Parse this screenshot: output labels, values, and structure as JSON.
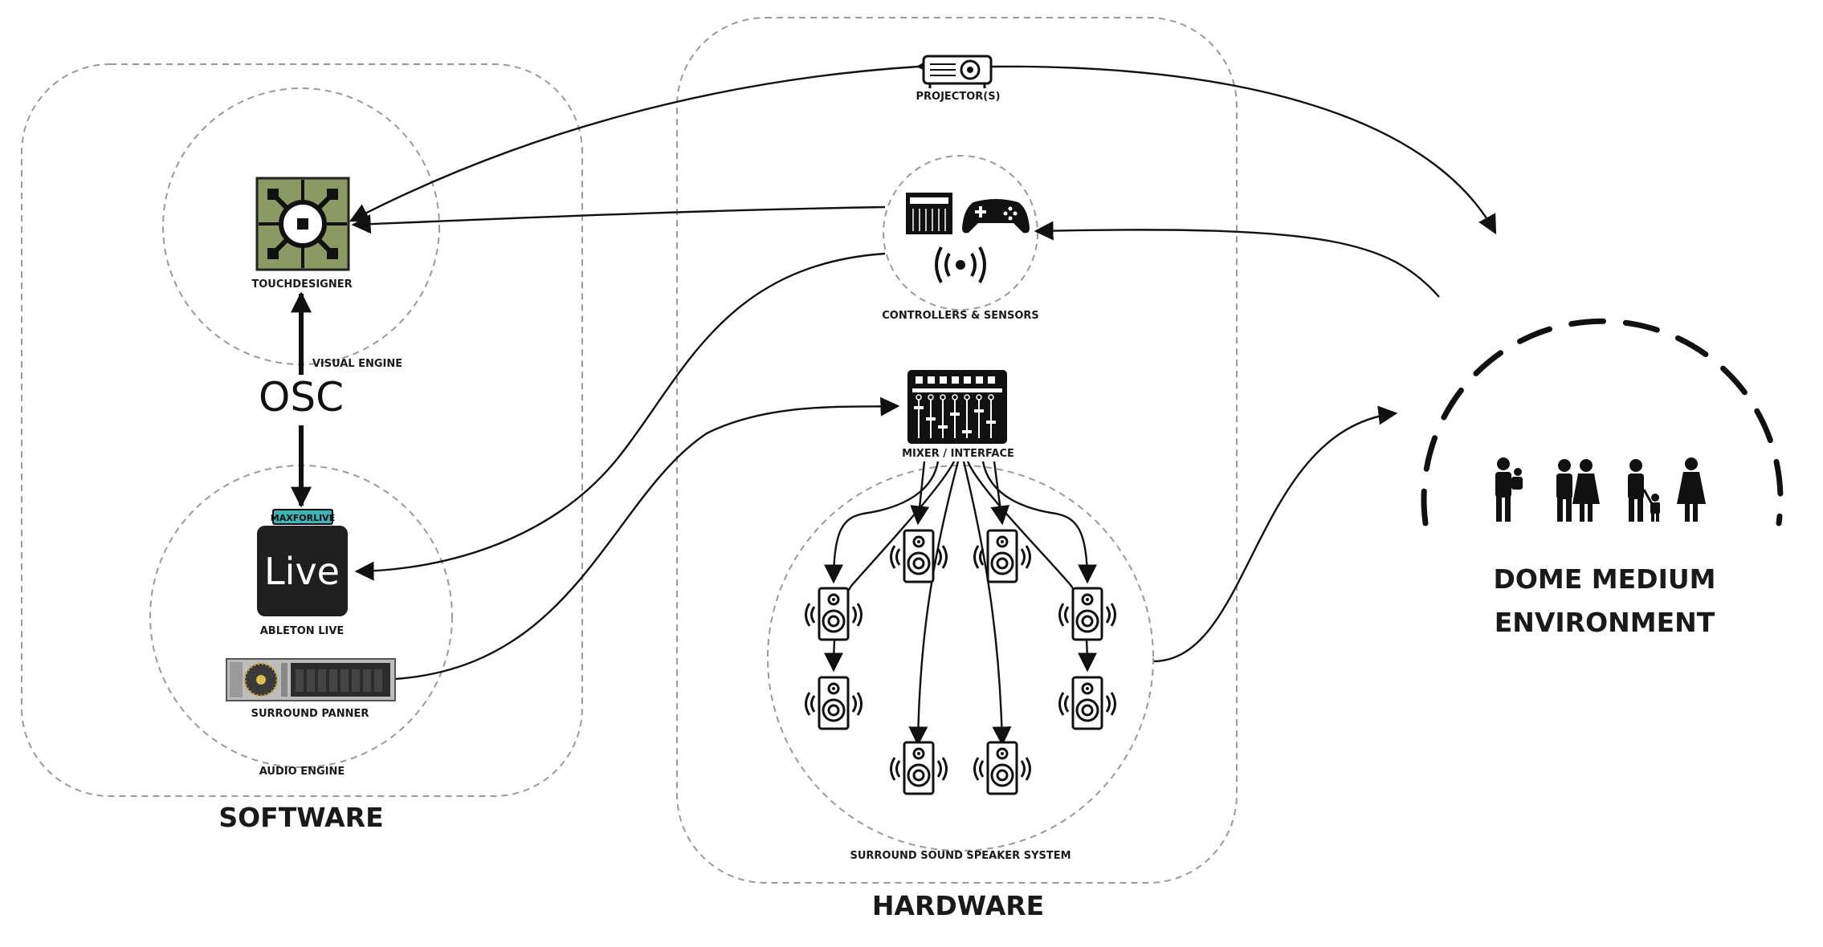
{
  "groups": {
    "software": "SOFTWARE",
    "hardware": "HARDWARE",
    "visual_engine": "VISUAL ENGINE",
    "audio_engine": "AUDIO ENGINE",
    "speaker_system": "SURROUND SOUND SPEAKER SYSTEM"
  },
  "nodes": {
    "touchdesigner": "TOUCHDESIGNER",
    "ableton_live": "ABLETON LIVE",
    "live_logo": "Live",
    "max_for_live": "MAXFORLIVE",
    "surround_panner": "SURROUND PANNER",
    "projector": "PROJECTOR(S)",
    "controllers": "CONTROLLERS & SENSORS",
    "mixer": "MIXER / INTERFACE"
  },
  "protocol": "OSC",
  "environment": {
    "line1": "DOME MEDIUM",
    "line2": "ENVIRONMENT"
  },
  "colors": {
    "touchdesigner_green": "#8a9a62",
    "live_dark": "#1f1f1f",
    "max_teal": "#3fb3b5"
  },
  "icons": [
    "touchdesigner-icon",
    "ableton-live-icon",
    "surround-panner-icon",
    "projector-icon",
    "mixer-console-icon",
    "gamepad-icon",
    "wireless-sensor-icon",
    "mixer-interface-icon",
    "speaker-icon",
    "family-icon"
  ]
}
